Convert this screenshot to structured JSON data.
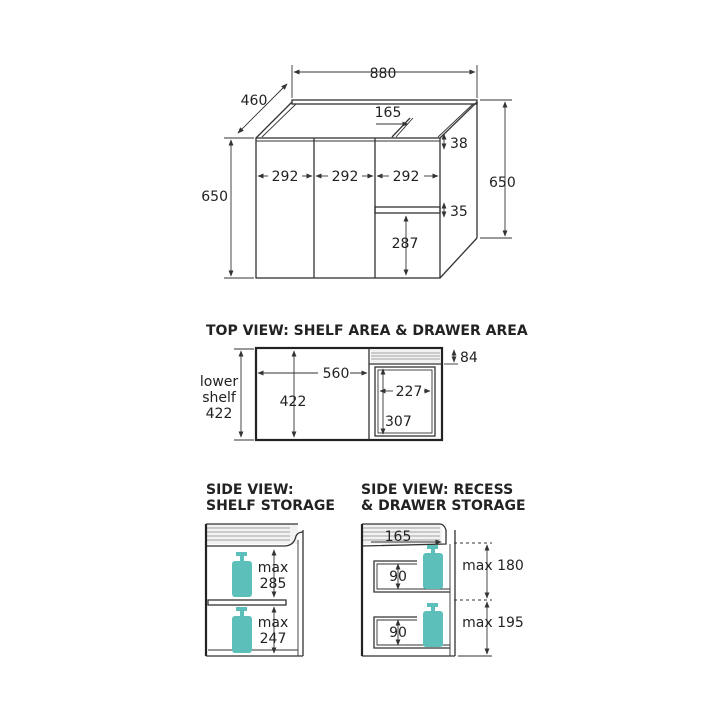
{
  "top_cabinet": {
    "width": "880",
    "depth": "460",
    "recess": "165",
    "gap_top": "38",
    "door1": "292",
    "door2": "292",
    "door3": "292",
    "gap_drawer": "35",
    "height_left": "650",
    "height_right": "650",
    "drawer_height": "287"
  },
  "top_view": {
    "title": "TOP VIEW: SHELF AREA & DRAWER AREA",
    "shelf_width": "560",
    "shelf_depth": "422",
    "drawer_offset": "84",
    "drawer_width": "227",
    "drawer_depth": "307",
    "lower_shelf_line1": "lower",
    "lower_shelf_line2": "shelf",
    "lower_shelf_line3": "422"
  },
  "side_shelf": {
    "title_line1": "SIDE VIEW:",
    "title_line2": "SHELF STORAGE",
    "upper_max_label": "max",
    "upper_max_value": "285",
    "lower_max_label": "max",
    "lower_max_value": "247"
  },
  "side_recess": {
    "title_line1": "SIDE VIEW: RECESS",
    "title_line2": "& DRAWER STORAGE",
    "recess_depth": "165",
    "upper_drawer": "90",
    "lower_drawer": "90",
    "upper_max": "max 180",
    "lower_max": "max 195"
  },
  "colors": {
    "bottle": "#5cbfb9",
    "line": "#333333"
  }
}
